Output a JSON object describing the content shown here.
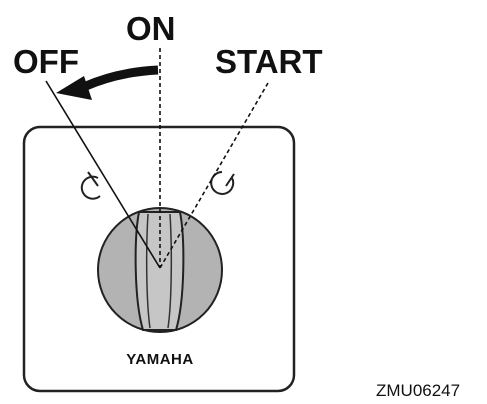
{
  "labels": {
    "off": "OFF",
    "on": "ON",
    "start": "START",
    "brand": "YAMAHA",
    "figure_code": "ZMU06247"
  },
  "icons": {
    "left_symbol": "key-off-symbol-icon",
    "right_symbol": "key-start-symbol-icon",
    "rotation_arrow": "rotation-arrow-icon"
  },
  "colors": {
    "line": "#111111",
    "panel_border": "#222222",
    "knob_fill": "#b3b3b3",
    "background": "#ffffff"
  }
}
